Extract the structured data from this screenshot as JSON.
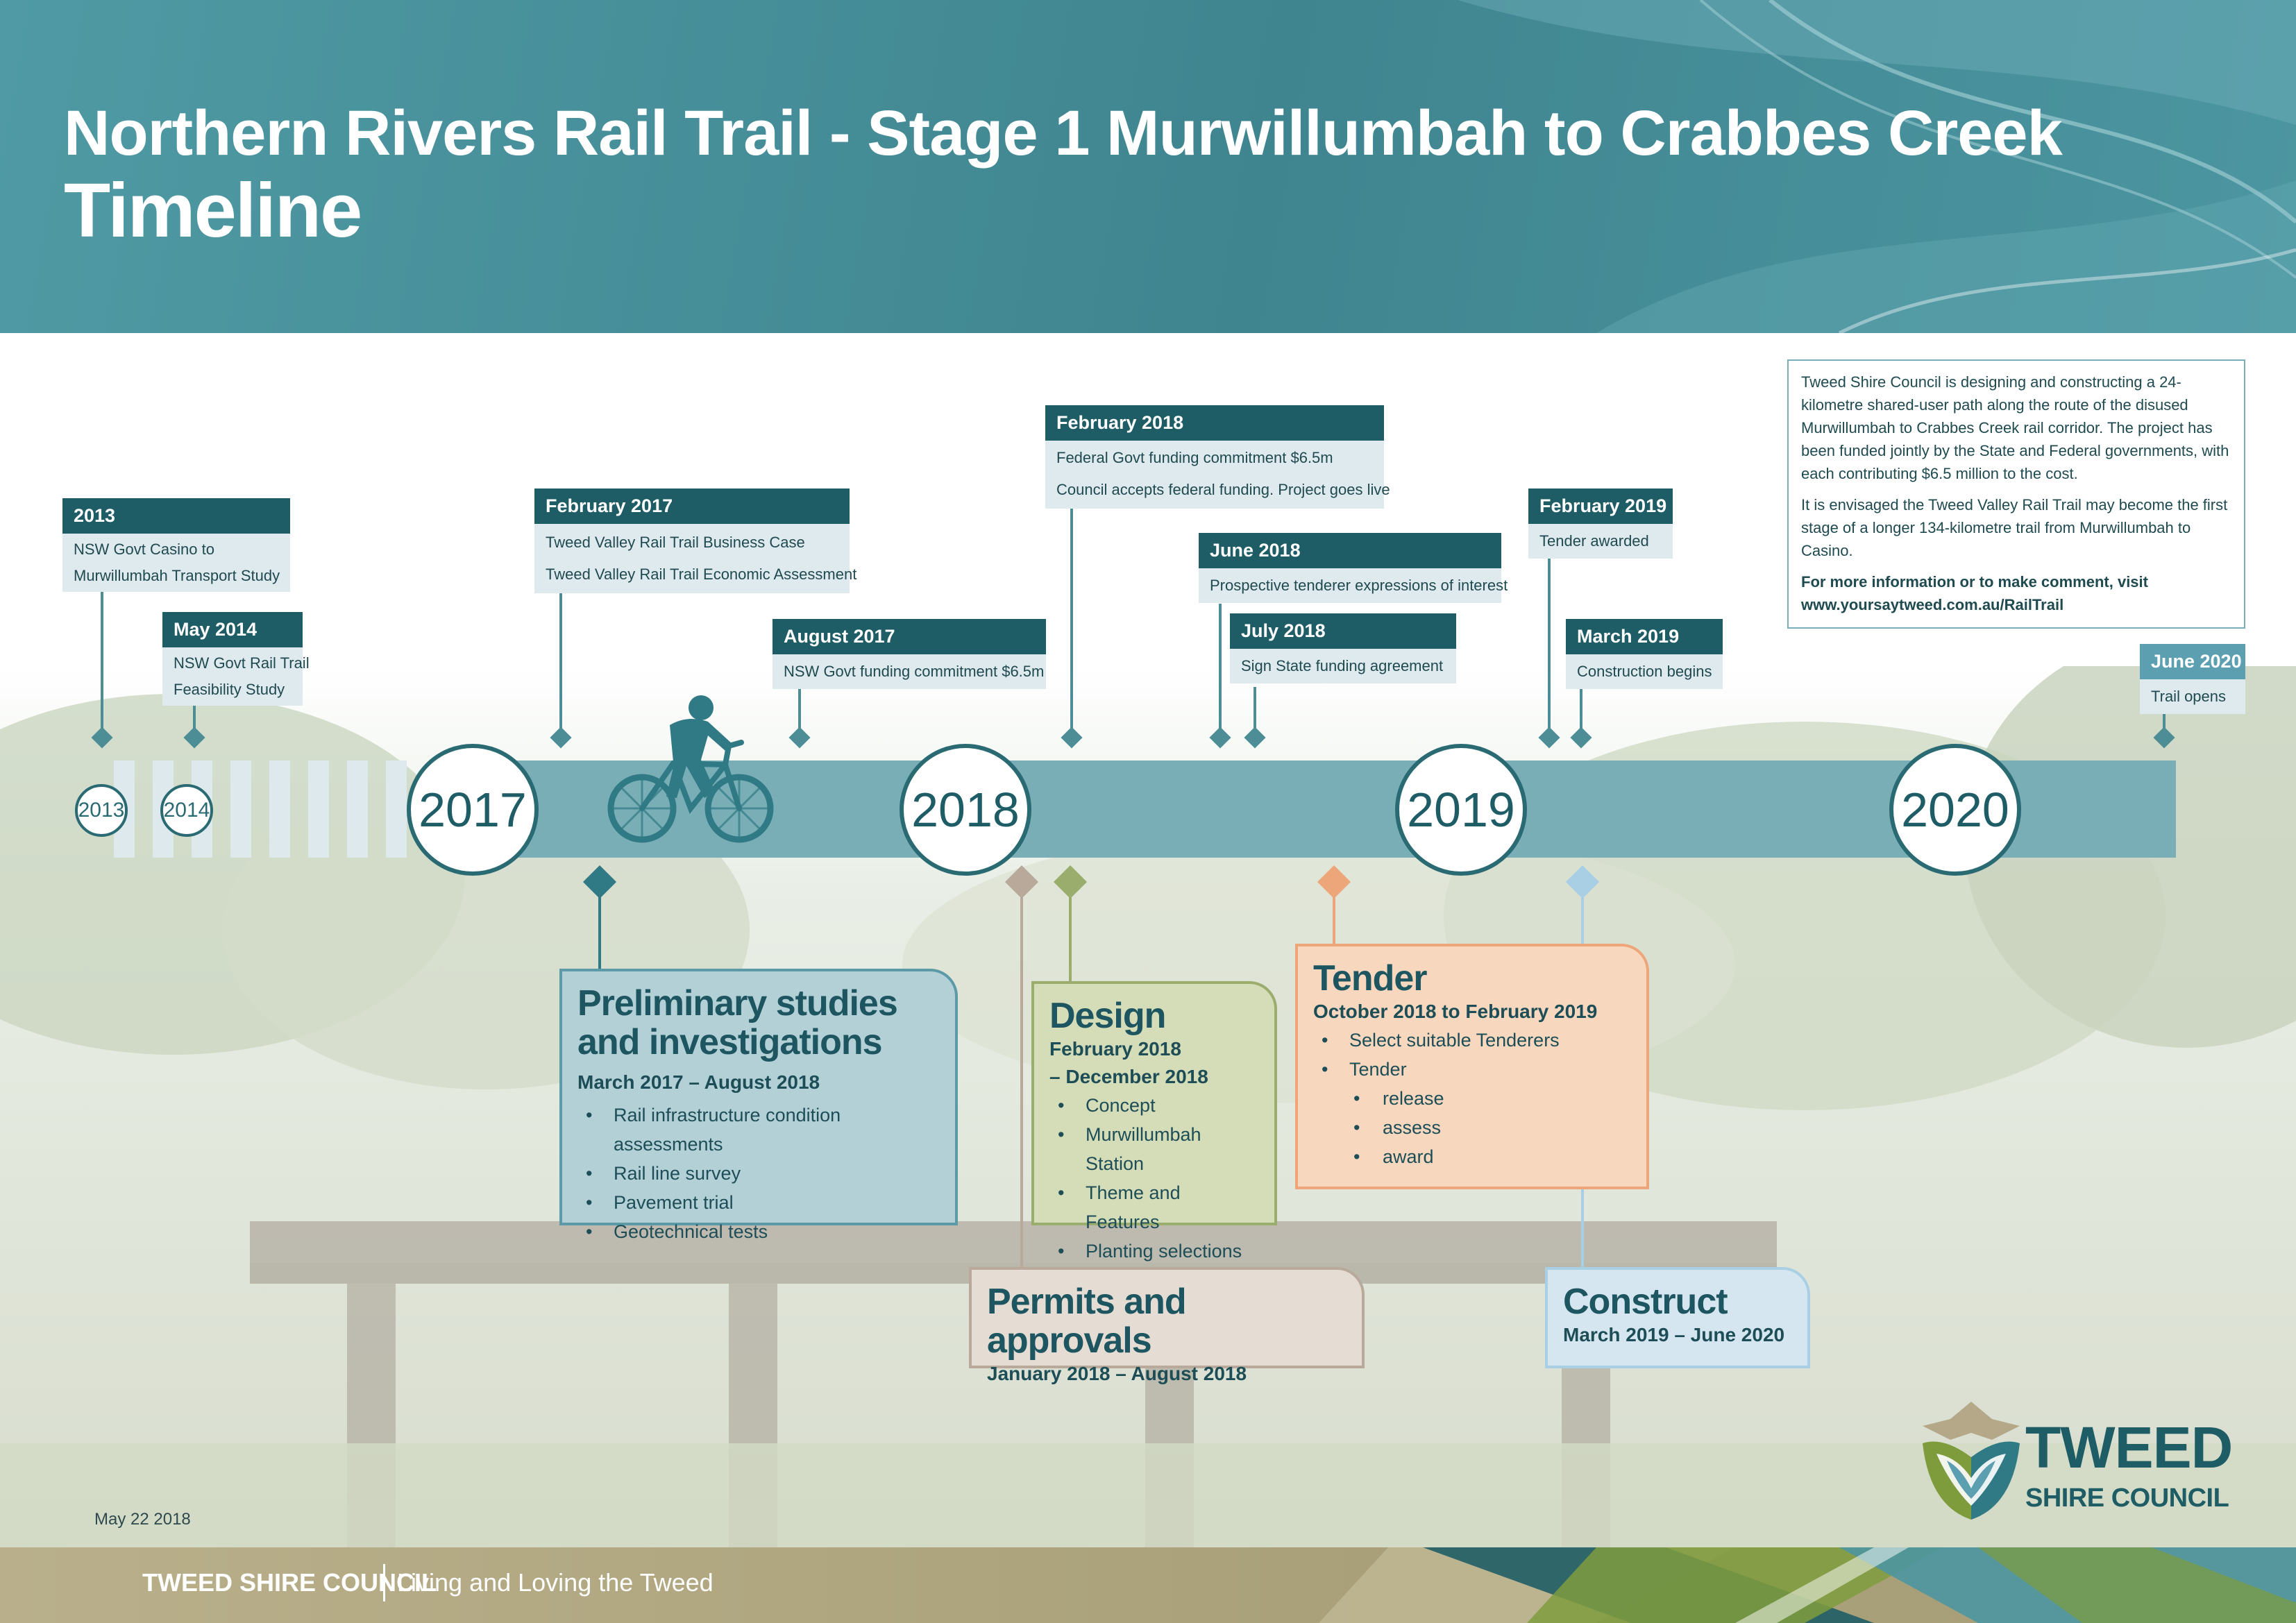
{
  "header": {
    "title": "Northern Rivers Rail Trail - Stage 1 Murwillumbah to Crabbes Creek",
    "subtitle": "Timeline"
  },
  "info": {
    "p1": "Tweed Shire Council is designing and constructing a 24-kilometre shared-user path along the route of the disused Murwillumbah to Crabbes Creek rail corridor. The project has been funded jointly by the State and Federal governments, with each contributing $6.5 million to the cost.",
    "p2": "It is envisaged the Tweed Valley Rail Trail may become the first stage of a longer 134-kilometre trail from Murwillumbah to Casino.",
    "p3": "For more information or to make comment, visit www.yoursaytweed.com.au/RailTrail"
  },
  "years": {
    "y2013": "2013",
    "y2014": "2014",
    "y2017": "2017",
    "y2018": "2018",
    "y2019": "2019",
    "y2020": "2020"
  },
  "events": {
    "e2013": {
      "date": "2013",
      "line1": "NSW Govt Casino to",
      "line2": "Murwillumbah Transport Study"
    },
    "e2014": {
      "date": "May 2014",
      "line1": "NSW Govt Rail Trail",
      "line2": "Feasibility Study"
    },
    "feb2017": {
      "date": "February 2017",
      "line1": "Tweed Valley Rail Trail Business Case",
      "line2": "Tweed Valley Rail Trail Economic Assessment"
    },
    "aug2017": {
      "date": "August 2017",
      "line1": "NSW Govt funding commitment $6.5m"
    },
    "feb2018": {
      "date": "February 2018",
      "line1": "Federal Govt funding commitment $6.5m",
      "line2": "Council accepts federal funding. Project goes live"
    },
    "jun2018": {
      "date": "June 2018",
      "line1": "Prospective tenderer expressions of interest"
    },
    "jul2018": {
      "date": "July 2018",
      "line1": "Sign State funding agreement"
    },
    "feb2019": {
      "date": "February 2019",
      "line1": "Tender awarded"
    },
    "mar2019": {
      "date": "March 2019",
      "line1": "Construction begins"
    },
    "jun2020": {
      "date": "June 2020",
      "line1": "Trail opens"
    }
  },
  "phases": {
    "prelim": {
      "title1": "Preliminary studies",
      "title2": "and investigations",
      "range": "March 2017 – August 2018",
      "items": [
        "Rail infrastructure condition assessments",
        "Rail line survey",
        "Pavement trial",
        "Geotechnical tests"
      ]
    },
    "design": {
      "title": "Design",
      "range1": "February 2018",
      "range2": "– December 2018",
      "items": [
        "Concept",
        "Murwillumbah Station",
        "Theme and Features",
        "Planting selections"
      ]
    },
    "tender": {
      "title": "Tender",
      "range": "October 2018 to February 2019",
      "items": [
        "Select suitable Tenderers",
        "Tender"
      ],
      "subitems": [
        "release",
        "assess",
        "award"
      ]
    },
    "permits": {
      "title": "Permits and approvals",
      "range": "January 2018  – August 2018"
    },
    "construct": {
      "title": "Construct",
      "range": "March 2019  –  June 2020"
    }
  },
  "colors": {
    "teal_dark": "#1f5d66",
    "prelim": "#b3d0d7",
    "design": "#d5dcb8",
    "tender": "#f7d8bf",
    "permits": "#e5ddd3",
    "construct": "#d6e6f0"
  },
  "date_note": "May 22 2018",
  "logo": {
    "name": "TWEED",
    "sub": "SHIRE COUNCIL"
  },
  "footer": {
    "brand": "TWEED SHIRE COUNCIL",
    "tagline": "Living and Loving the Tweed"
  }
}
